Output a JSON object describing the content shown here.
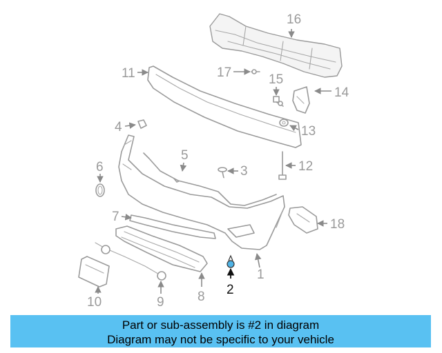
{
  "diagram": {
    "callouts": [
      "1",
      "2",
      "3",
      "4",
      "5",
      "6",
      "7",
      "8",
      "9",
      "10",
      "11",
      "12",
      "13",
      "14",
      "15",
      "16",
      "17",
      "18"
    ],
    "highlighted": "2",
    "colors": {
      "line": "#9a9a9a",
      "highlight_label": "#111111",
      "highlight_part": "#4fb3e6"
    }
  },
  "banner": {
    "line1": "Part or sub-assembly is #2 in diagram",
    "line2": "Diagram may not be specific to your vehicle",
    "background": "#59c1f2"
  }
}
